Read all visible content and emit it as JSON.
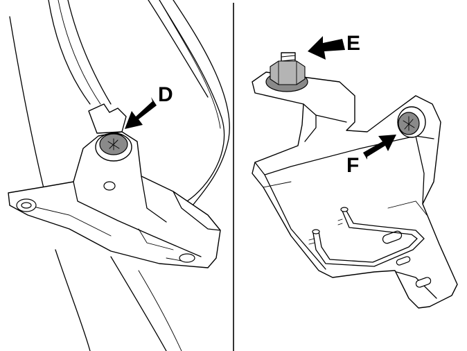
{
  "callouts": {
    "d": "D",
    "e": "E",
    "f": "F"
  },
  "colors": {
    "line": "#000000",
    "bolt_shade": "#8a8a8a",
    "background": "#ffffff"
  }
}
